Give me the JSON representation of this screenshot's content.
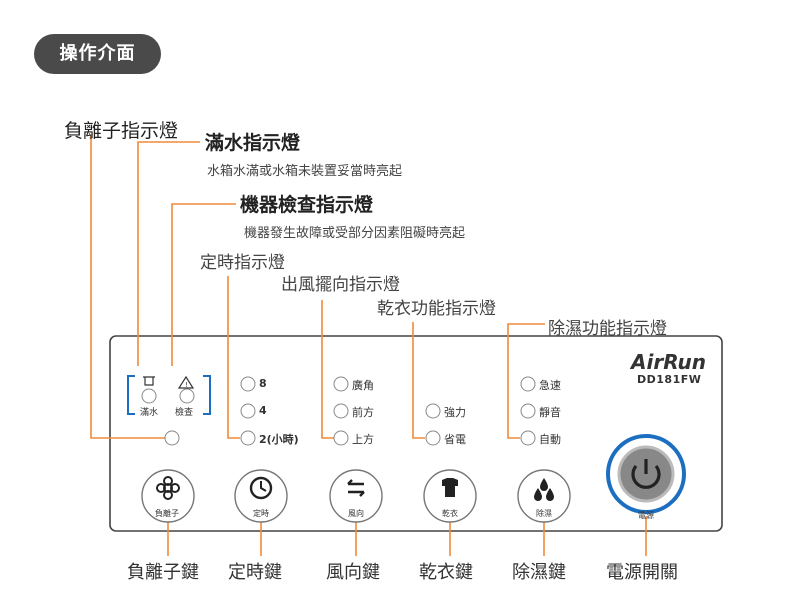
{
  "header": {
    "title": "操作介面"
  },
  "callouts": {
    "ion_indicator": "負離子指示燈",
    "water_full_indicator": "滿水指示燈",
    "water_full_desc": "水箱水滿或水箱未裝置妥當時亮起",
    "check_indicator": "機器檢查指示燈",
    "check_desc": "機器發生故障或受部分因素阻礙時亮起",
    "timer_indicator": "定時指示燈",
    "swing_indicator": "出風擺向指示燈",
    "dry_indicator": "乾衣功能指示燈",
    "dehumid_indicator": "除濕功能指示燈"
  },
  "panel": {
    "brand": "AirRun",
    "model": "DD181FW",
    "status_labels": {
      "full": "滿水",
      "check": "檢查"
    },
    "timer_options": [
      "8",
      "4",
      "2(小時)"
    ],
    "swing_options": [
      "廣角",
      "前方",
      "上方"
    ],
    "dry_options": [
      "強力",
      "省電"
    ],
    "dehumid_options": [
      "急速",
      "靜音",
      "自動"
    ],
    "button_labels": [
      "負離子",
      "定時",
      "風向",
      "乾衣",
      "除濕",
      "電源"
    ]
  },
  "bottom_labels": [
    "負離子鍵",
    "定時鍵",
    "風向鍵",
    "乾衣鍵",
    "除濕鍵",
    "電源開關"
  ],
  "colors": {
    "accent_line": "#f08a3a",
    "blue_ring": "#1c6fc0",
    "badge_bg": "#4a4a4a"
  }
}
